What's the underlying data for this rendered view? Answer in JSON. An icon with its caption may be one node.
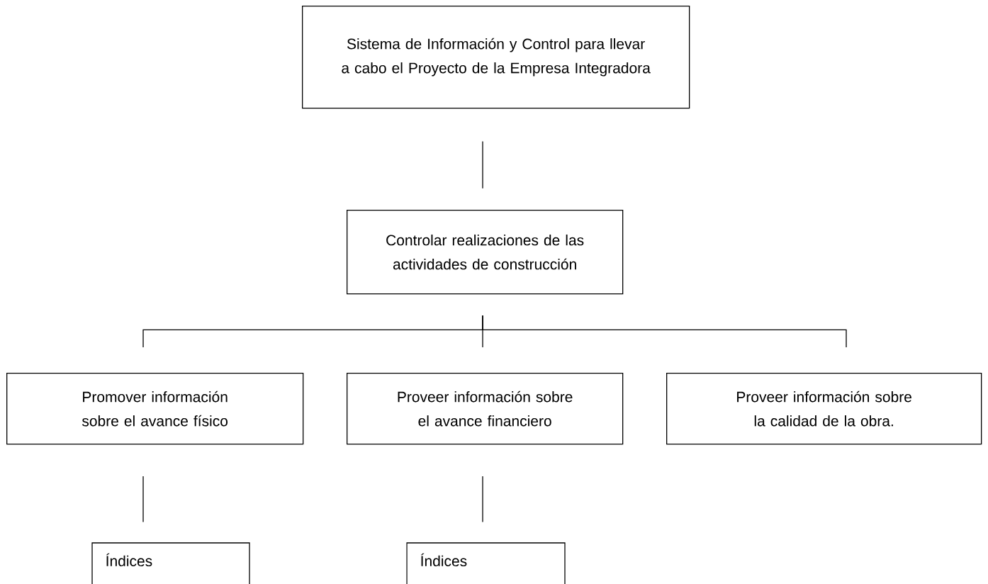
{
  "diagram": {
    "nodes": [
      {
        "text": [
          "Sistema de Información y Control para llevar a cabo el Proyecto de la Empresa Integradora"
        ]
      },
      {
        "text": [
          "Controlar realizaciones de las actividades de construcción"
        ]
      },
      {
        "text": [
          "Promover información sobre el avance físico"
        ]
      },
      {
        "text": [
          "Proveer información sobre el avance financiero"
        ]
      },
      {
        "text": [
          "Proveer información sobre la calidad de la obra."
        ]
      },
      {
        "text": [
          "Índices"
        ]
      },
      {
        "text": [
          "Índices"
        ]
      }
    ],
    "edges": [
      {
        "from": 0,
        "to": 1,
        "arrow": "none"
      },
      {
        "from": 1,
        "to": 2,
        "arrow": "none"
      },
      {
        "from": 1,
        "to": 3,
        "arrow": "none"
      },
      {
        "from": 1,
        "to": 4,
        "arrow": "none"
      },
      {
        "from": 2,
        "to": 5,
        "arrow": "none"
      },
      {
        "from": 3,
        "to": 6,
        "arrow": "none"
      }
    ]
  }
}
